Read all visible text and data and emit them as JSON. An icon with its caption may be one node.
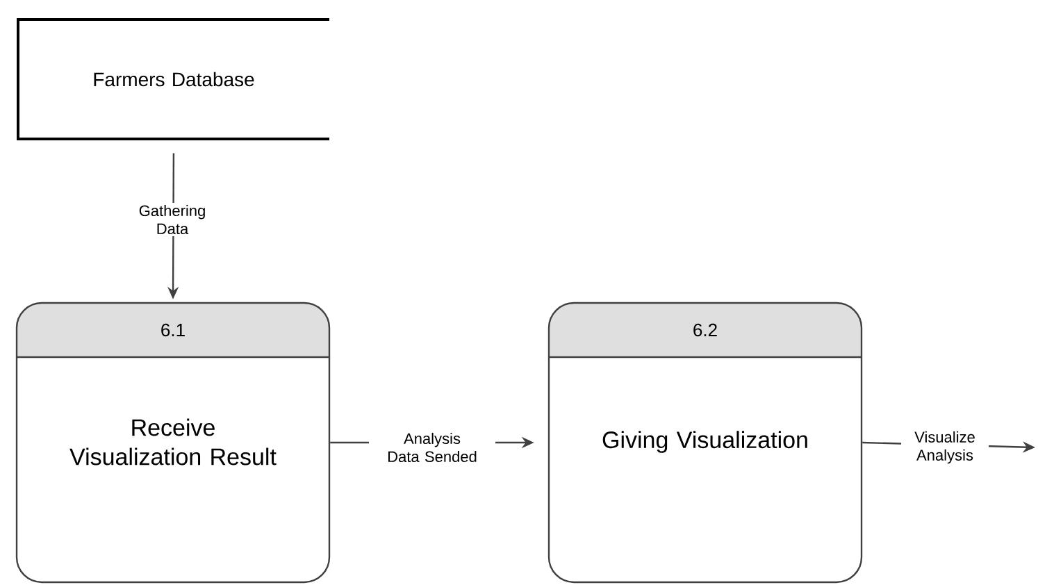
{
  "diagram": {
    "nodes": [
      {
        "text": [
          "Farmers Database"
        ]
      },
      {
        "text": [
          "6.1",
          "Receive Visualization Result"
        ]
      },
      {
        "text": [
          "6.2",
          "Giving Visualization"
        ]
      }
    ],
    "edges": [
      {
        "from": 0,
        "to": 1,
        "arrow": "to",
        "label": "Gathering Data"
      },
      {
        "from": 1,
        "to": 2,
        "arrow": "to",
        "label": "Analysis Data Sended"
      },
      {
        "from": 2,
        "to": null,
        "arrow": "to",
        "label": "Visualize Analysis"
      }
    ]
  }
}
